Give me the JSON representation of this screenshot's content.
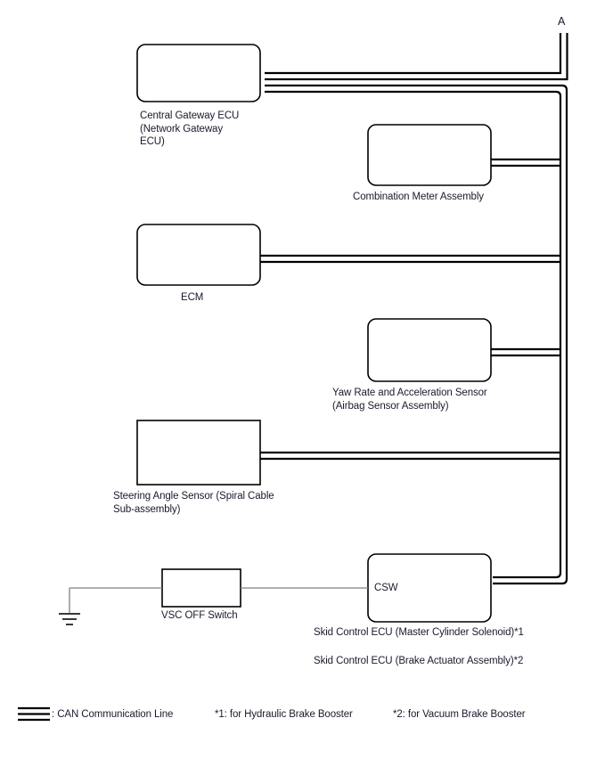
{
  "diagram": {
    "type": "can-bus-network",
    "bus_terminal_label": "A",
    "nodes": [
      {
        "id": "central-gateway-ecu",
        "label": "Central Gateway ECU\n(Network Gateway\nECU)",
        "inner_label": "",
        "shape": "rounded-rect"
      },
      {
        "id": "combination-meter-assembly",
        "label": "Combination Meter Assembly",
        "inner_label": "",
        "shape": "rounded-rect"
      },
      {
        "id": "ecm",
        "label": "ECM",
        "inner_label": "",
        "shape": "rounded-rect"
      },
      {
        "id": "yaw-rate-and-acceleration-sensor",
        "label": "Yaw Rate and Acceleration Sensor\n(Airbag Sensor Assembly)",
        "inner_label": "",
        "shape": "rounded-rect"
      },
      {
        "id": "steering-angle-sensor",
        "label": "Steering Angle Sensor (Spiral Cable\nSub-assembly)",
        "inner_label": "",
        "shape": "sharp-rect"
      },
      {
        "id": "vsc-off-switch",
        "label": "VSC OFF Switch",
        "inner_label": "",
        "shape": "sharp-rect"
      },
      {
        "id": "skid-control-ecu",
        "label": "Skid Control ECU (Master Cylinder Solenoid)*1",
        "label_alt": "Skid Control ECU (Brake Actuator Assembly)*2",
        "inner_label": "CSW",
        "shape": "rounded-rect"
      }
    ]
  },
  "legend": {
    "can_line": ": CAN Communication Line",
    "note1": "*1: for Hydraulic Brake Booster",
    "note2": "*2: for Vacuum Brake Booster"
  },
  "colors": {
    "line": "#000000",
    "signal_line": "#808080",
    "text": "#1a1a2e",
    "background": "#ffffff"
  }
}
